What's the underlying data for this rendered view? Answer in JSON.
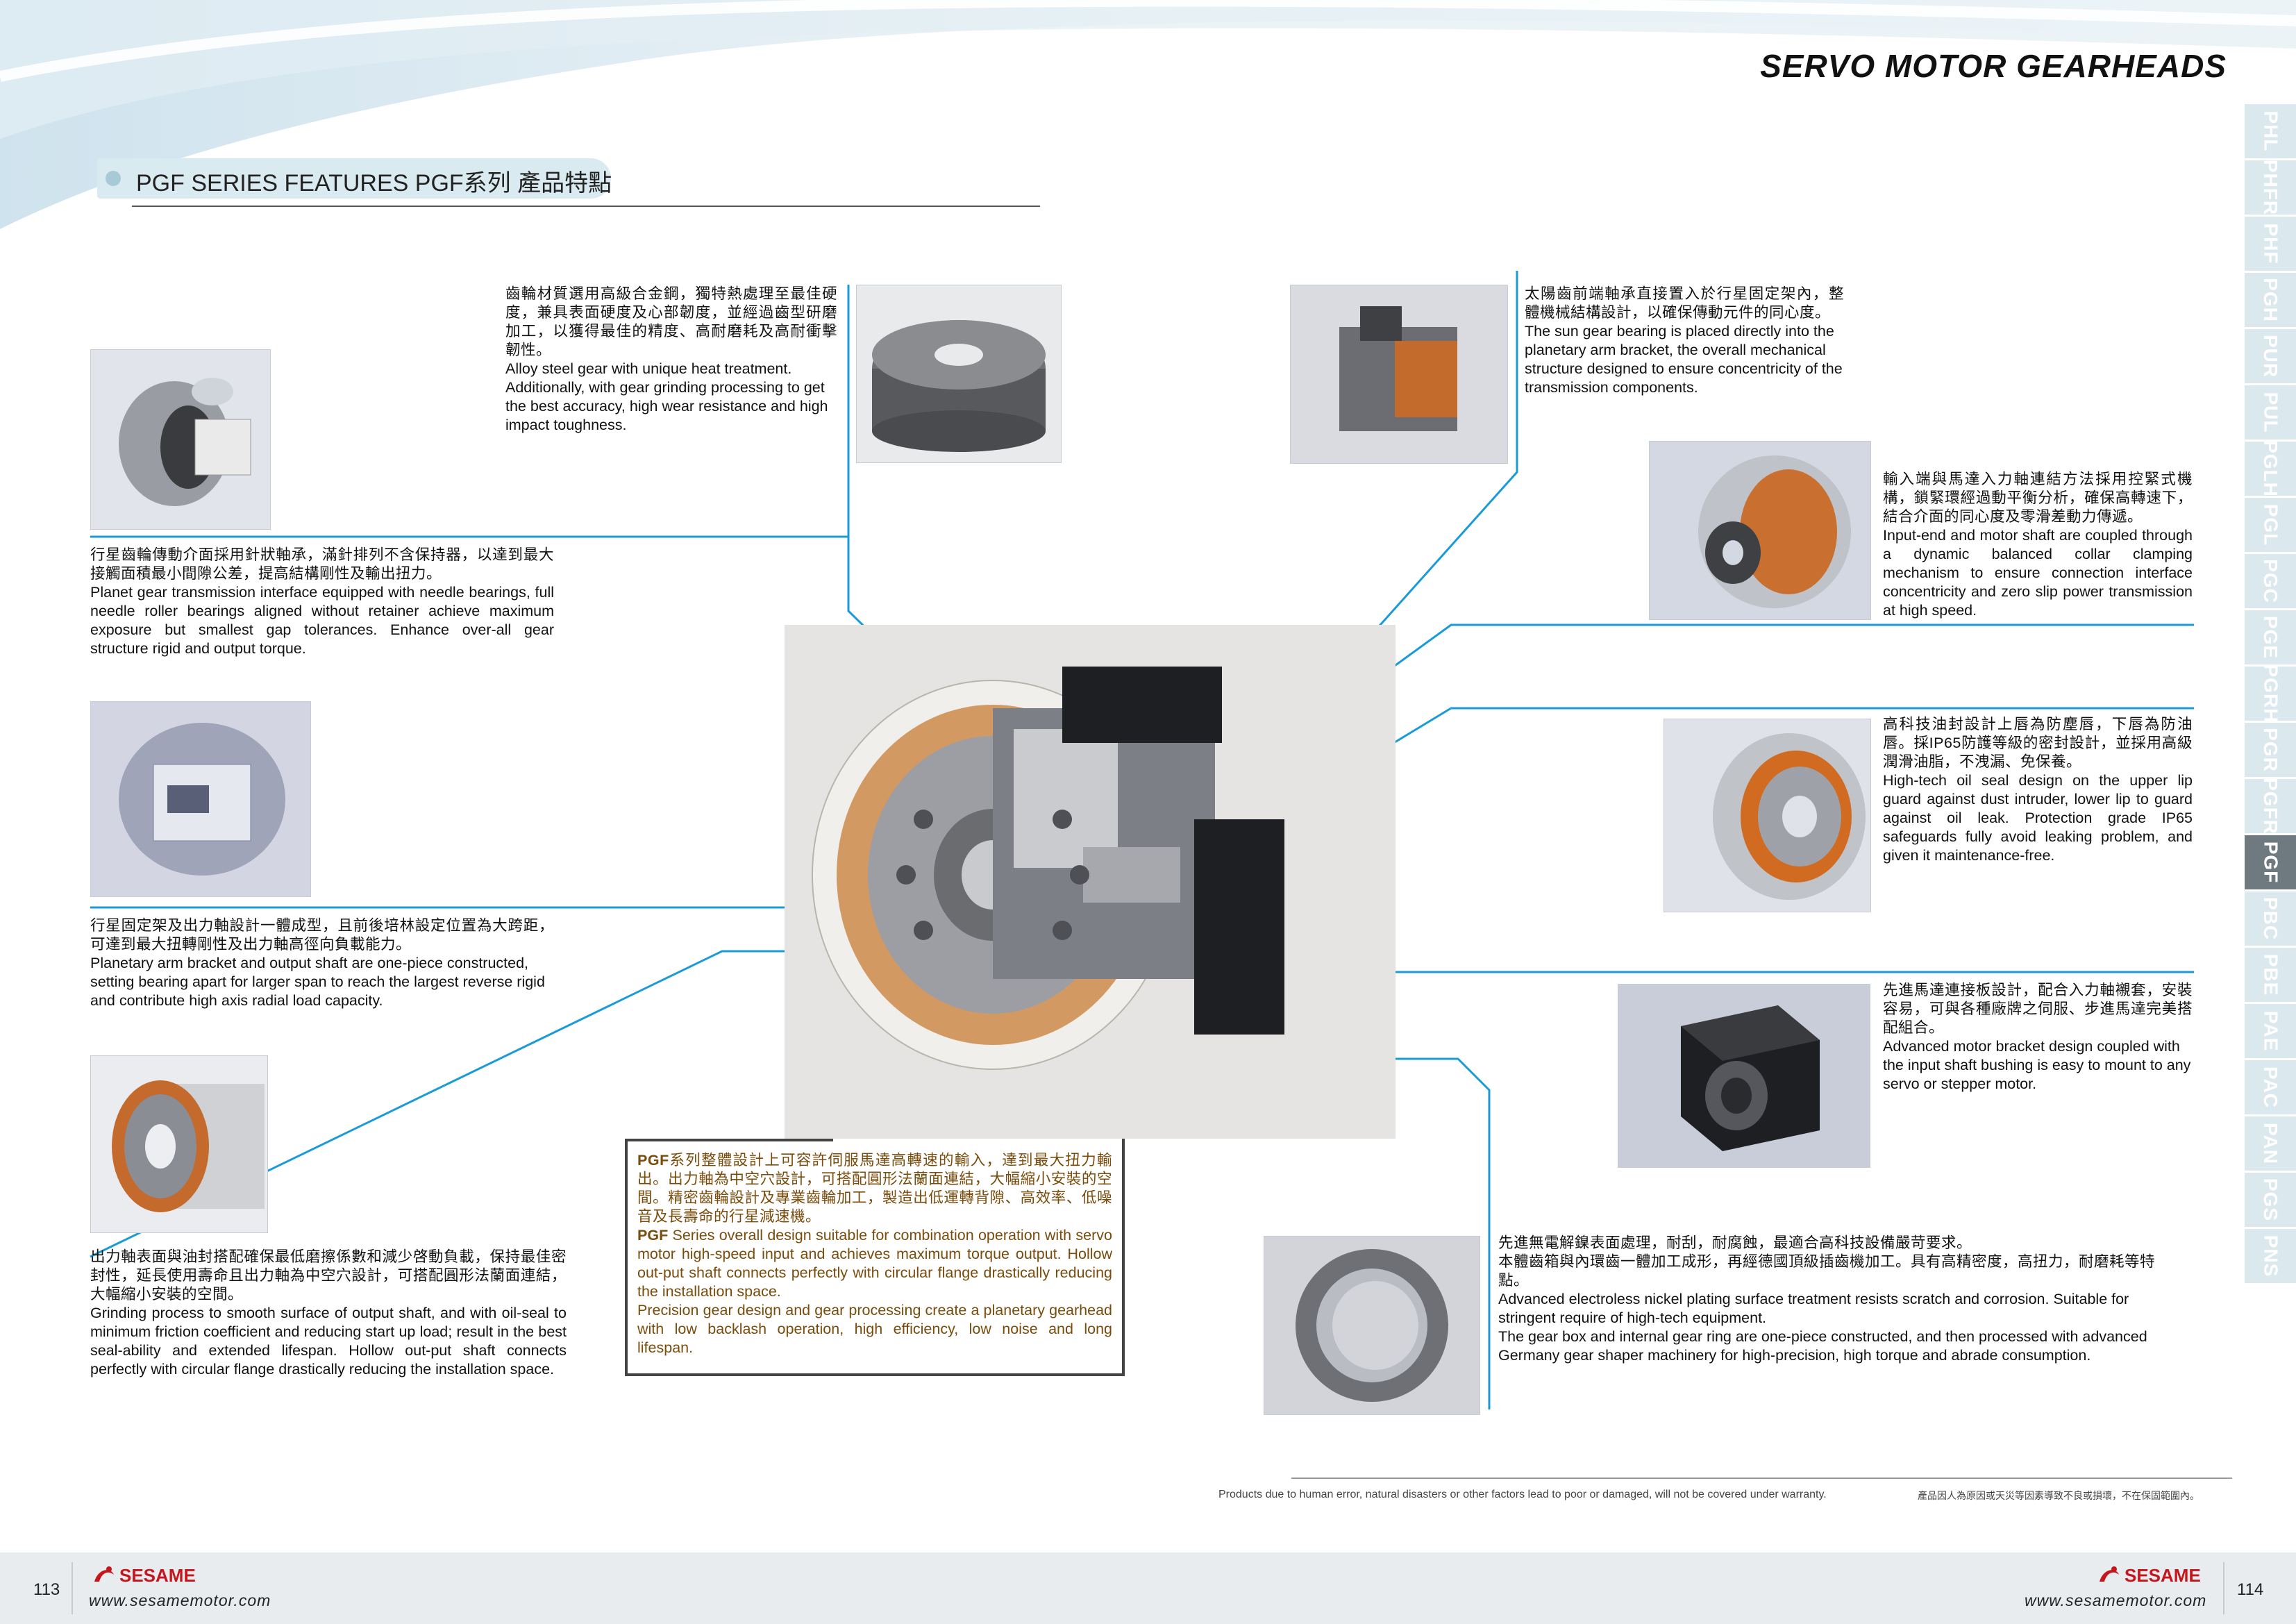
{
  "header": {
    "title": "SERVO MOTOR GEARHEADS"
  },
  "section": {
    "title": "PGF SERIES FEATURES   PGF系列 產品特點"
  },
  "side_tabs": [
    {
      "label": "PHL",
      "active": false
    },
    {
      "label": "PHFR",
      "active": false
    },
    {
      "label": "PHF",
      "active": false
    },
    {
      "label": "PGH",
      "active": false
    },
    {
      "label": "PUR",
      "active": false
    },
    {
      "label": "PUL",
      "active": false
    },
    {
      "label": "PGLH",
      "active": false
    },
    {
      "label": "PGL",
      "active": false
    },
    {
      "label": "PGC",
      "active": false
    },
    {
      "label": "PGE",
      "active": false
    },
    {
      "label": "PGRH",
      "active": false
    },
    {
      "label": "PGR",
      "active": false
    },
    {
      "label": "PGFR",
      "active": false
    },
    {
      "label": "PGF",
      "active": true
    },
    {
      "label": "PBC",
      "active": false
    },
    {
      "label": "PBE",
      "active": false
    },
    {
      "label": "PAE",
      "active": false
    },
    {
      "label": "PAC",
      "active": false
    },
    {
      "label": "PAN",
      "active": false
    },
    {
      "label": "PGS",
      "active": false
    },
    {
      "label": "PNS",
      "active": false
    }
  ],
  "features": {
    "gear": {
      "zh": "齒輪材質選用高級合金鋼，獨特熱處理至最佳硬度，兼具表面硬度及心部韌度，並經過齒型研磨加工，以獲得最佳的精度、高耐磨耗及高耐衝擊韌性。",
      "en": "Alloy steel gear with unique heat treatment. Additionally, with gear grinding processing to get the best accuracy, high wear resistance and high impact toughness."
    },
    "planet_bearing": {
      "zh": "行星齒輪傳動介面採用針狀軸承，滿針排列不含保持器，以達到最大接觸面積最小間隙公差，提高結構剛性及輸出扭力。",
      "en": "Planet gear transmission interface equipped with needle bearings, full needle roller bearings aligned without retainer achieve maximum exposure but smallest gap tolerances. Enhance over-all gear structure rigid and output torque."
    },
    "arm_bracket": {
      "zh": "行星固定架及出力軸設計一體成型，且前後培林設定位置為大跨距，可達到最大扭轉剛性及出力軸高徑向負載能力。",
      "en": "Planetary arm bracket and output shaft are one-piece constructed, setting bearing apart for larger span to reach the largest reverse rigid and contribute high axis radial load capacity."
    },
    "output_shaft": {
      "zh": "出力軸表面與油封搭配確保最低磨擦係數和減少啓動負載，保持最佳密封性，延長使用壽命且出力軸為中空穴設計，可搭配圓形法蘭面連結，大幅縮小安裝的空間。",
      "en": "Grinding process to smooth surface of output shaft, and with oil-seal to minimum friction coefficient and reducing start up load; result in the best seal-ability and extended lifespan. Hollow out-put shaft connects perfectly with circular flange drastically reducing the installation space."
    },
    "sun_gear": {
      "zh": "太陽齒前端軸承直接置入於行星固定架內，整體機械結構設計，以確保傳動元件的同心度。",
      "en": "The sun gear bearing is placed directly into the planetary arm bracket, the overall mechanical structure designed to ensure concentricity of the transmission components."
    },
    "input_end": {
      "zh": "輸入端與馬達入力軸連結方法採用控緊式機構，鎖緊環經過動平衡分析，確保高轉速下，結合介面的同心度及零滑差動力傳遞。",
      "en": "Input-end and motor shaft are coupled through a dynamic balanced collar clamping mechanism to ensure connection interface concentricity and zero slip power transmission at high speed."
    },
    "oil_seal": {
      "zh": "高科技油封設計上唇為防塵唇，下唇為防油唇。採IP65防護等級的密封設計，並採用高級潤滑油脂，不洩漏、免保養。",
      "en": "High-tech oil seal design on the upper lip guard against dust intruder, lower lip to guard against oil leak.  Protection grade IP65 safeguards fully avoid leaking problem, and given it maintenance-free."
    },
    "motor_bracket": {
      "zh": "先進馬達連接板設計，配合入力軸襯套，安裝容易，可與各種廠牌之伺服、步進馬達完美搭配組合。",
      "en": "Advanced motor bracket design coupled with the input shaft bushing is easy to mount to any servo or stepper motor."
    },
    "plating": {
      "zh1": "先進無電解鎳表面處理，耐刮，耐腐蝕，最適合高科技設備嚴苛要求。",
      "zh2": "本體齒箱與內環齒一體加工成形，再經德國頂級插齒機加工。具有高精密度，高扭力，耐磨耗等特點。",
      "en1": "Advanced electroless nickel plating surface treatment resists scratch and corrosion. Suitable for stringent require of high-tech equipment.",
      "en2": "The gear box and internal gear ring are one-piece constructed, and then processed with advanced Germany gear shaper machinery for high-precision, high torque and abrade consumption."
    },
    "callout": {
      "zh_brand": "PGF",
      "zh_rest": "系列整體設計上可容許伺服馬達高轉速的輸入，達到最大扭力輸出。出力軸為中空穴設計，可搭配圓形法蘭面連結，大幅縮小安裝的空間。精密齒輪設計及專業齒輪加工，製造出低運轉背隙、高效率、低噪音及長壽命的行星減速機。",
      "en_brand": "PGF",
      "en1": " Series overall design suitable for combination operation with servo motor high-speed input and achieves maximum torque output. Hollow out-put shaft connects perfectly with circular flange drastically reducing the installation space.",
      "en2": "Precision gear design and gear processing create a planetary gearhead with low backlash operation, high efficiency, low noise and long lifespan."
    }
  },
  "footer": {
    "disclaimer_en": "Products due to human error, natural disasters or other factors lead to poor or damaged, will not be covered under warranty.",
    "disclaimer_zh": "產品因人為原因或天災等因素導致不良或損壞，不在保固範圍內。",
    "left_page": "113",
    "right_page": "114",
    "logo": "SESAME",
    "website": "www.sesamemotor.com"
  },
  "colors": {
    "accent": "#1a9bd7",
    "tab": "#dbe8ee",
    "tab_active": "#6f7a80",
    "brand_red": "#c5161d",
    "callout_brown": "#7a4b0a"
  }
}
